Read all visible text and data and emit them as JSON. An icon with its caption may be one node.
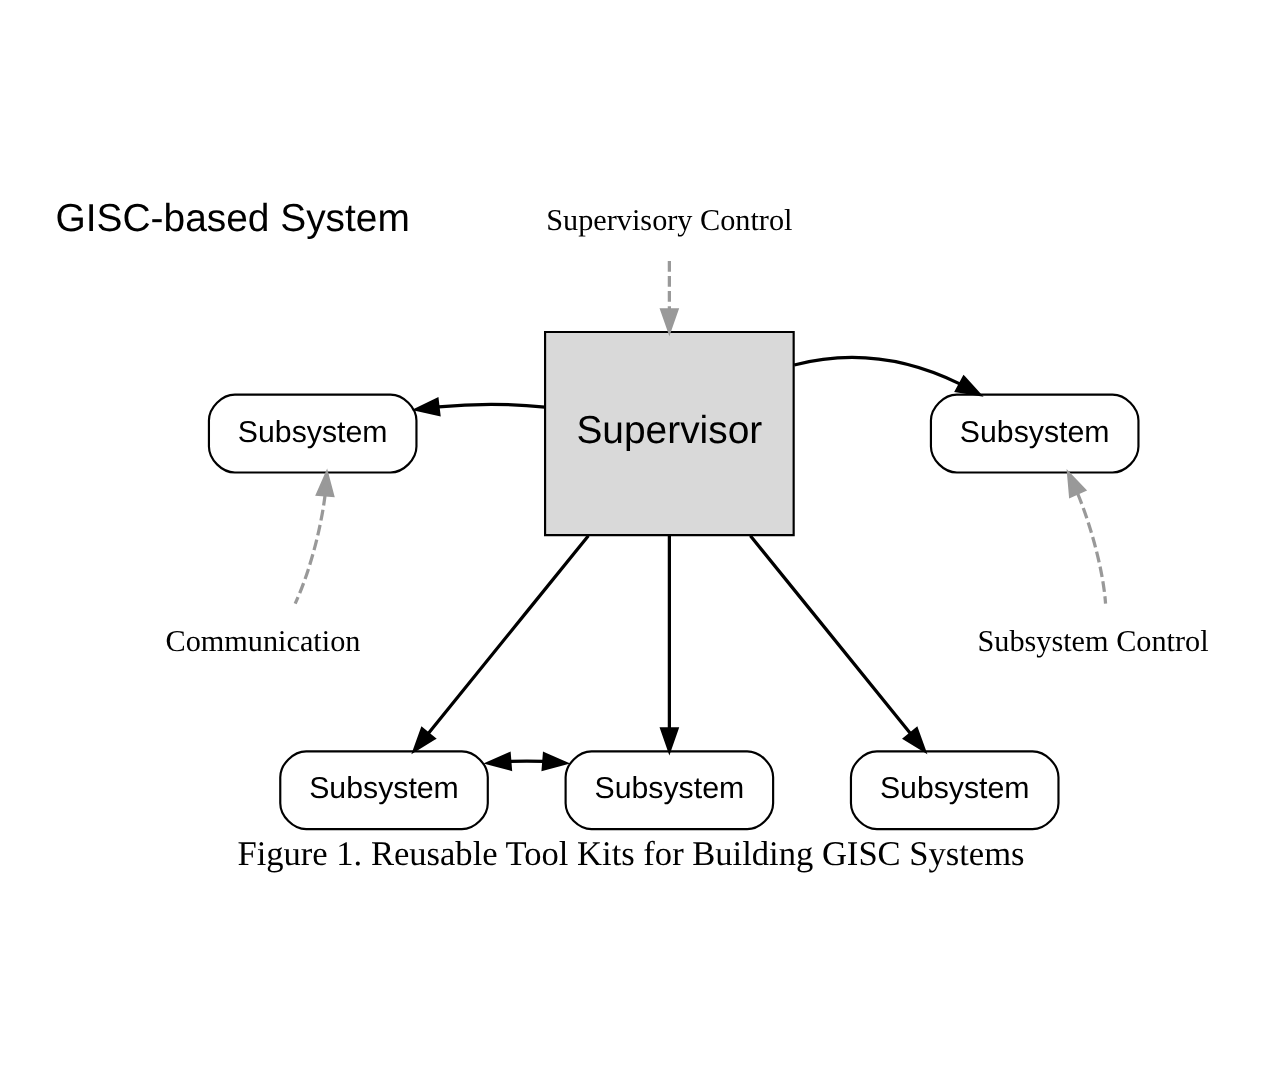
{
  "diagram": {
    "title": "GISC-based System",
    "caption": "Figure 1. Reusable Tool Kits for Building GISC Systems",
    "nodes": [
      {
        "text": [
          "Supervisor"
        ]
      },
      {
        "text": [
          "Subsystem"
        ]
      },
      {
        "text": [
          "Subsystem"
        ]
      },
      {
        "text": [
          "Subsystem"
        ]
      },
      {
        "text": [
          "Subsystem"
        ]
      },
      {
        "text": [
          "Subsystem"
        ]
      },
      {
        "text": [
          "Supervisory Control"
        ]
      },
      {
        "text": [
          "Communication"
        ]
      },
      {
        "text": [
          "Subsystem Control"
        ]
      }
    ],
    "edges": [
      {
        "from": 0,
        "to": 1,
        "arrow": "to"
      },
      {
        "from": 0,
        "to": 2,
        "arrow": "to"
      },
      {
        "from": 0,
        "to": 3,
        "arrow": "to"
      },
      {
        "from": 0,
        "to": 4,
        "arrow": "to"
      },
      {
        "from": 0,
        "to": 5,
        "arrow": "to"
      },
      {
        "from": 3,
        "to": 4,
        "arrow": "both"
      },
      {
        "from": 6,
        "to": 0,
        "arrow": "to",
        "style": "dashed",
        "color": "#999999"
      },
      {
        "from": 7,
        "to": 1,
        "arrow": "to",
        "style": "dashed",
        "color": "#999999"
      },
      {
        "from": 8,
        "to": 2,
        "arrow": "to",
        "style": "dashed",
        "color": "#999999"
      }
    ]
  }
}
